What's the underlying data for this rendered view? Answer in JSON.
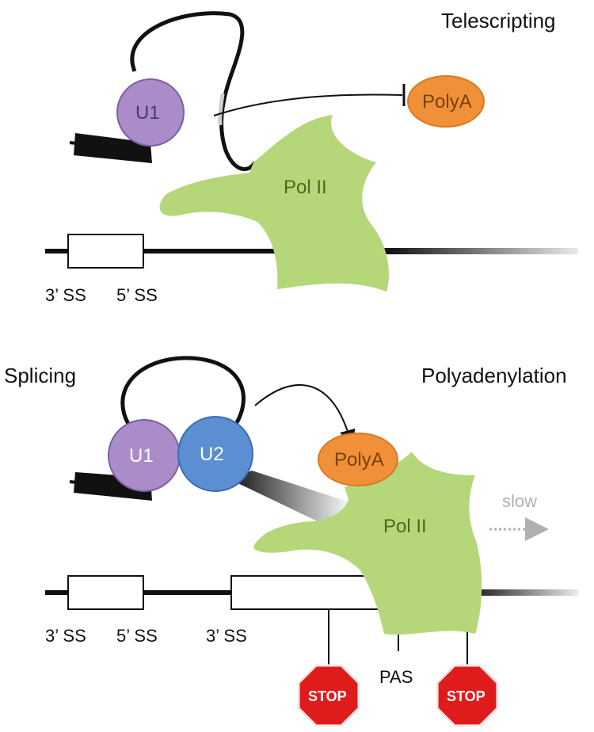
{
  "top": {
    "title": "Telescripting",
    "u1": "U1",
    "polya": "PolyA",
    "pol2": "Pol II",
    "ss_left": "3’ SS",
    "ss_right": "5’ SS"
  },
  "bottom": {
    "left_title": "Splicing",
    "right_title": "Polyadenylation",
    "u1": "U1",
    "u2": "U2",
    "polya": "PolyA",
    "pol2": "Pol II",
    "slow": "slow",
    "ss1": "3’ SS",
    "ss2": "5’ SS",
    "ss3": "3’ SS",
    "pas": "PAS",
    "stop1": "STOP",
    "stop2": "STOP"
  },
  "colors": {
    "u1": "#a98cc8",
    "u2": "#5b8fd1",
    "polya": "#f0913a",
    "pol2": "#b5d77a",
    "stop": "#e01b1b",
    "slow": "#b0b0b0"
  }
}
